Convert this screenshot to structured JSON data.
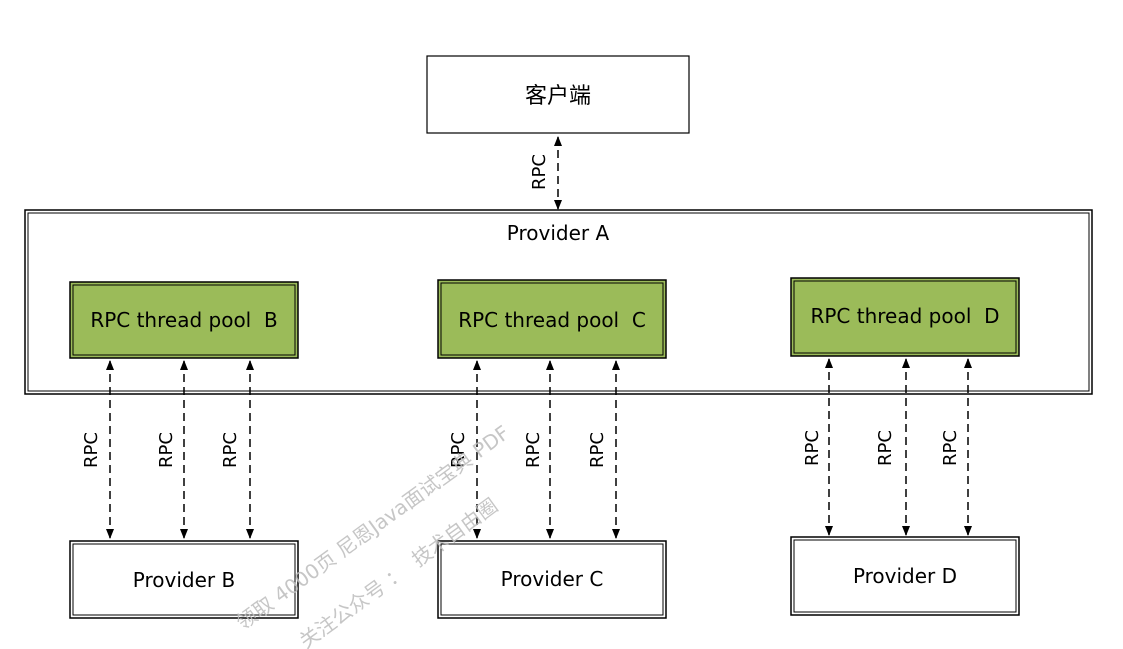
{
  "diagram": {
    "client": {
      "label": "客户端"
    },
    "client_link": {
      "label": "RPC"
    },
    "provider_a": {
      "label": "Provider A"
    },
    "pools": [
      {
        "label": "RPC thread pool  B",
        "links": [
          "RPC",
          "RPC",
          "RPC"
        ]
      },
      {
        "label": "RPC thread pool  C",
        "links": [
          "RPC",
          "RPC",
          "RPC"
        ]
      },
      {
        "label": "RPC thread pool  D",
        "links": [
          "RPC",
          "RPC",
          "RPC"
        ]
      }
    ],
    "providers": [
      {
        "label": "Provider B"
      },
      {
        "label": "Provider C"
      },
      {
        "label": "Provider D"
      }
    ],
    "colors": {
      "pool_fill": "#9bbb59",
      "box_fill": "#ffffff",
      "stroke": "#000000"
    }
  },
  "watermark": {
    "line1": "领取 4000页 尼恩Java面试宝典 PDF",
    "line2": "关注公众号 ：  技术自由圈"
  }
}
